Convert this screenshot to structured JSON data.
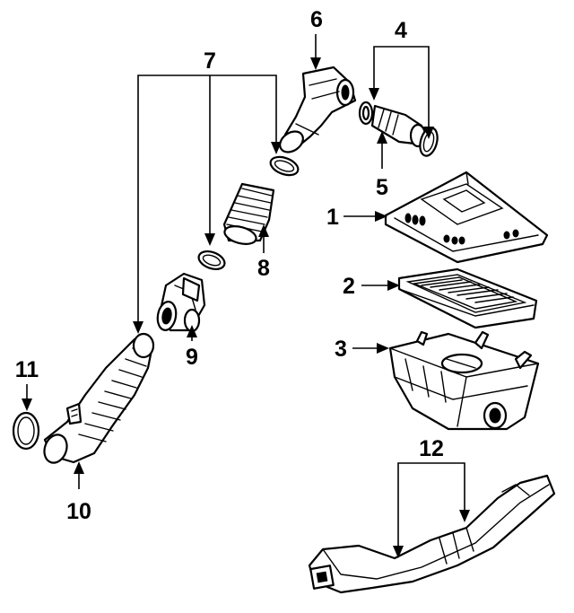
{
  "callouts": {
    "p1": "1",
    "p2": "2",
    "p3": "3",
    "p4": "4",
    "p5": "5",
    "p6": "6",
    "p7": "7",
    "p8": "8",
    "p9": "9",
    "p10": "10",
    "p11": "11",
    "p12": "12"
  }
}
